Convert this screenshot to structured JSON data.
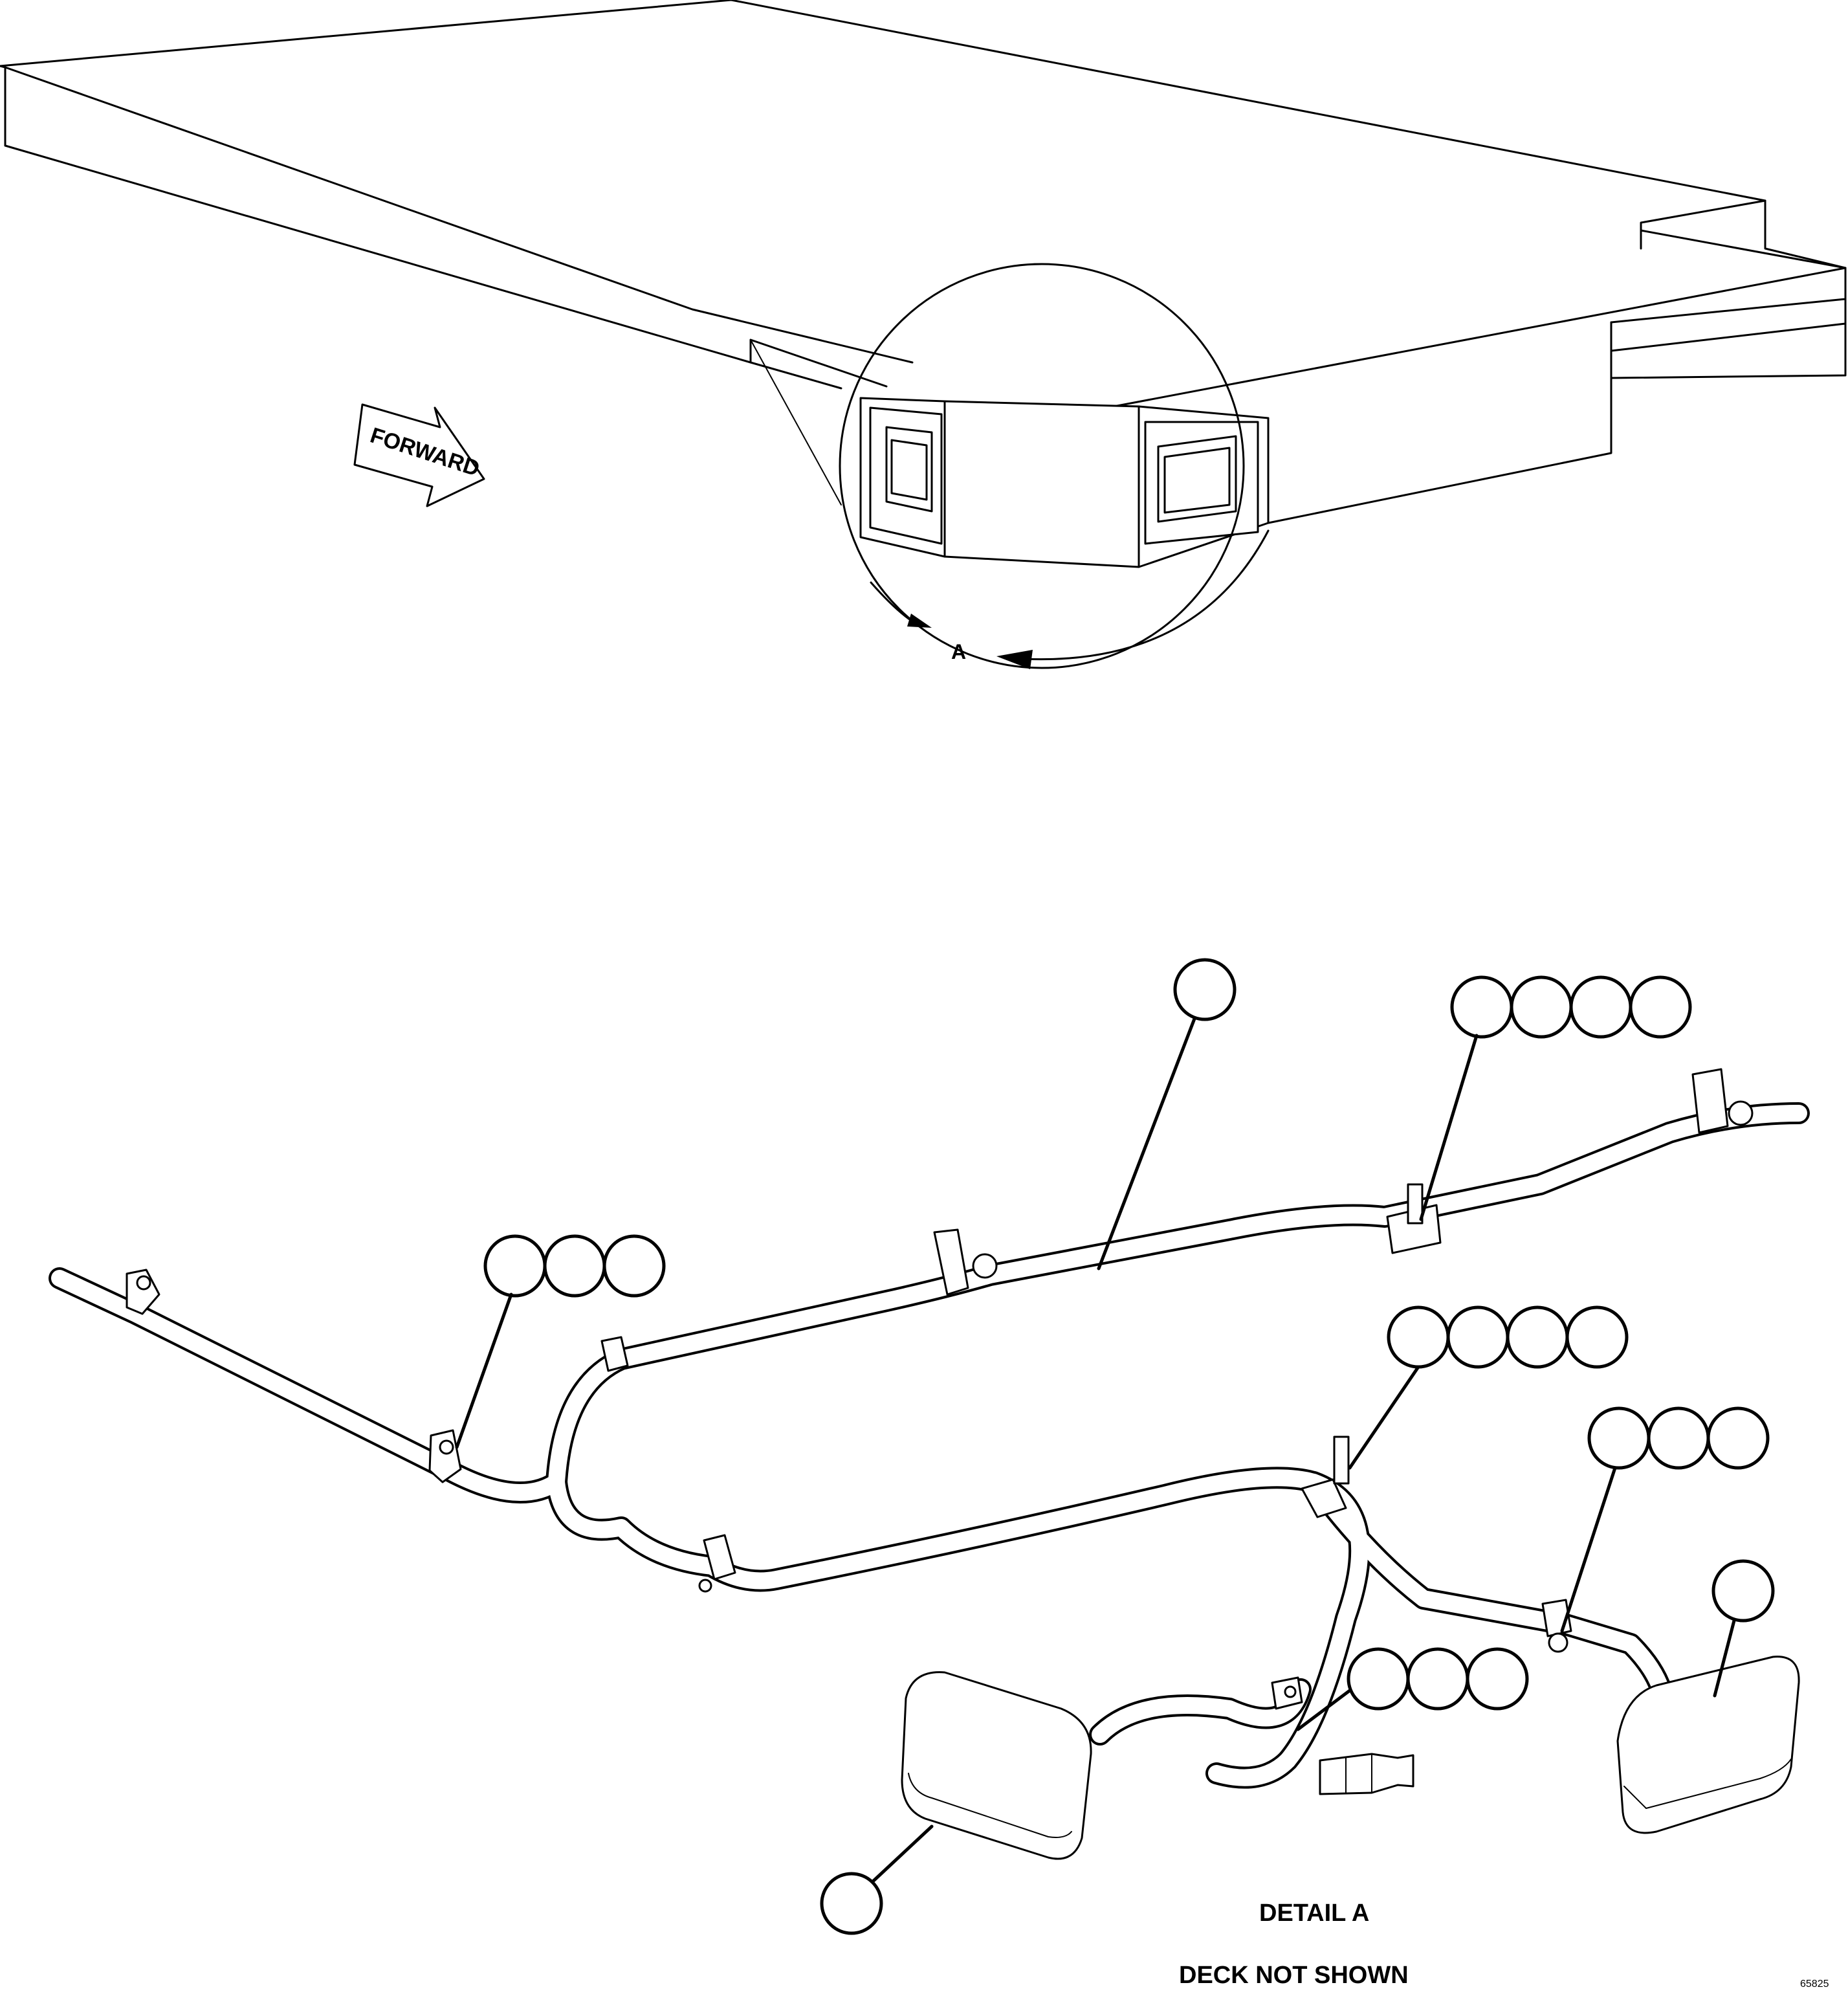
{
  "drawing": {
    "forward_label": "FORWARD",
    "detail_marker": "A",
    "detail_caption": "DETAIL A",
    "note": "DECK NOT SHOWN",
    "figure_code": "65825"
  }
}
